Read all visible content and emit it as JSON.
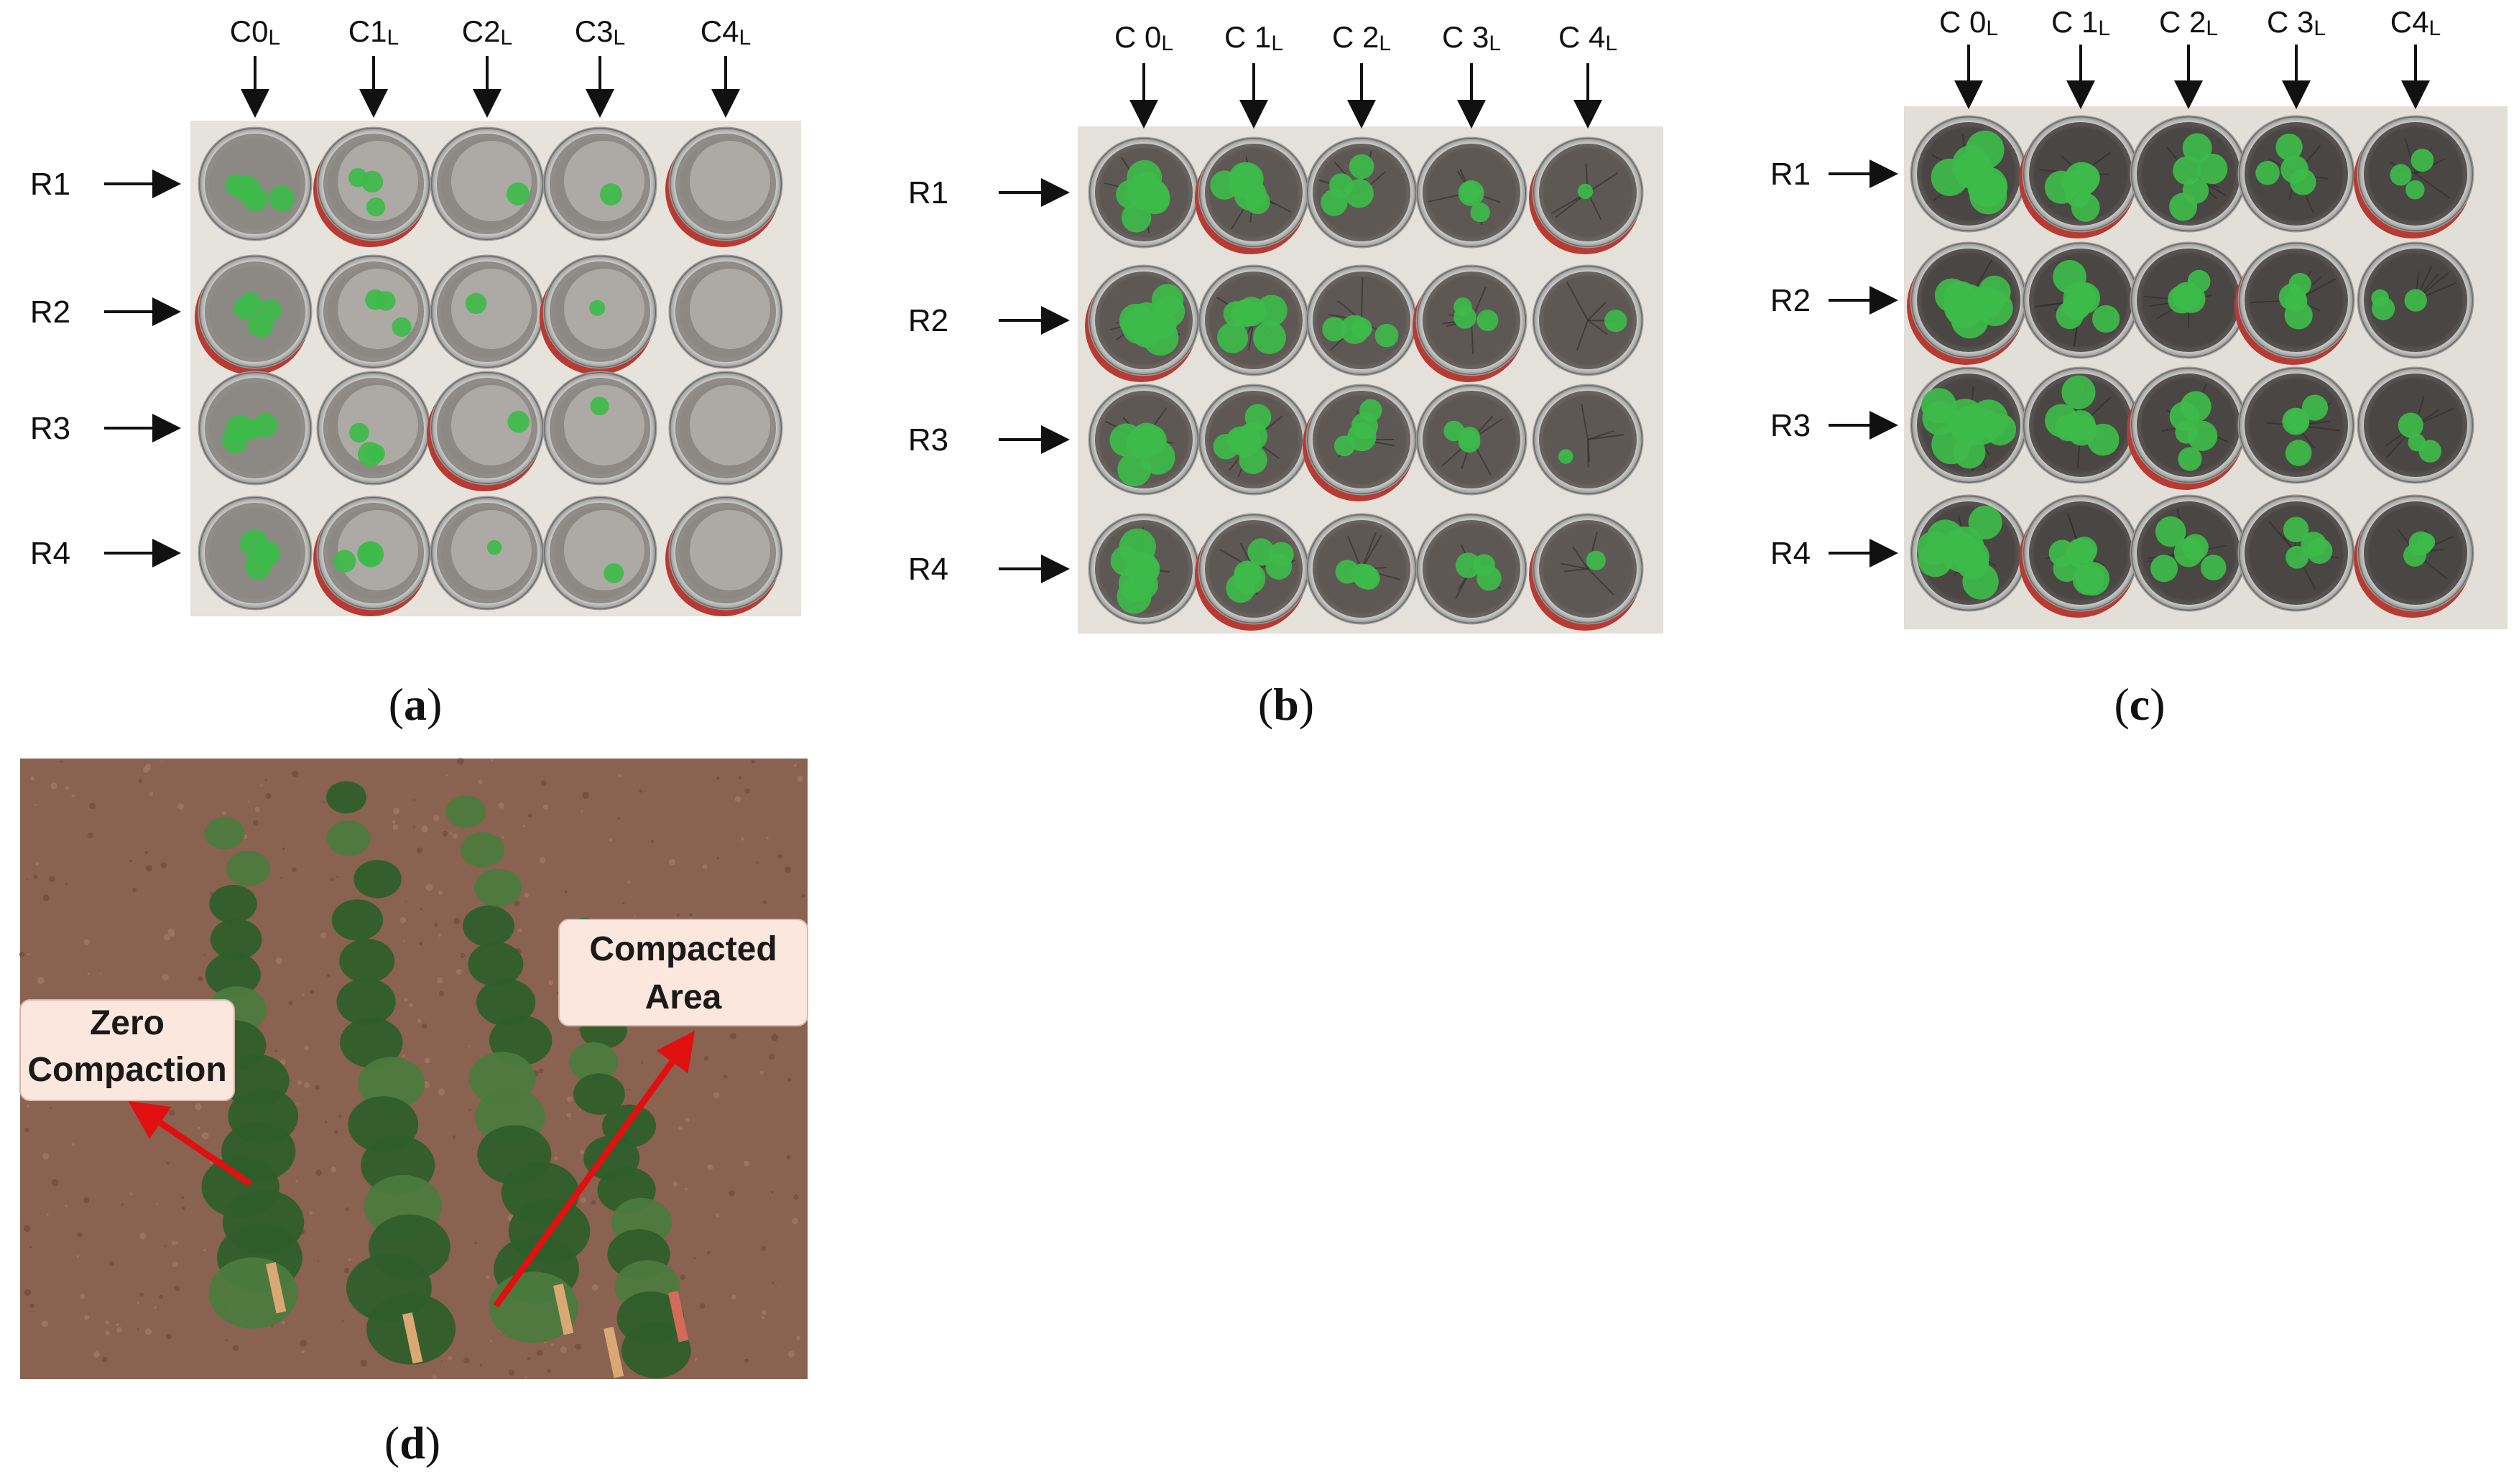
{
  "panels": [
    {
      "id": "a",
      "caption": "a",
      "columns": [
        {
          "main": "C0",
          "sub": "L"
        },
        {
          "main": "C1",
          "sub": "L"
        },
        {
          "main": "C2",
          "sub": "L"
        },
        {
          "main": "C3",
          "sub": "L"
        },
        {
          "main": "C4",
          "sub": "L"
        }
      ],
      "rows": [
        "R1",
        "R2",
        "R3",
        "R4"
      ],
      "soil_color": "#8c8884",
      "board_color": "#e6e2dc"
    },
    {
      "id": "b",
      "caption": "b",
      "columns": [
        {
          "main": "C 0",
          "sub": "L"
        },
        {
          "main": "C 1",
          "sub": "L"
        },
        {
          "main": "C 2",
          "sub": "L"
        },
        {
          "main": "C 3",
          "sub": "L"
        },
        {
          "main": "C 4",
          "sub": "L"
        }
      ],
      "rows": [
        "R1",
        "R2",
        "R3",
        "R4"
      ],
      "soil_color": "#5e5854",
      "board_color": "#e4e0da"
    },
    {
      "id": "c",
      "caption": "c",
      "columns": [
        {
          "main": "C 0",
          "sub": "L"
        },
        {
          "main": "C 1",
          "sub": "L"
        },
        {
          "main": "C 2",
          "sub": "L"
        },
        {
          "main": "C 3",
          "sub": "L"
        },
        {
          "main": "C4",
          "sub": "L"
        }
      ],
      "rows": [
        "R1",
        "R2",
        "R3",
        "R4"
      ],
      "soil_color": "#4a4644",
      "board_color": "#e2ded8"
    },
    {
      "id": "d",
      "caption": "d",
      "callouts": {
        "zero_line1": "Zero",
        "zero_line2": "Compaction",
        "compacted_line1": "Compacted",
        "compacted_line2": "Area"
      },
      "soil_color": "#8a6250",
      "plant_color": "#2f5e2a",
      "arrow_color": "#e01010"
    }
  ],
  "plant_green": "#3dbb4a"
}
